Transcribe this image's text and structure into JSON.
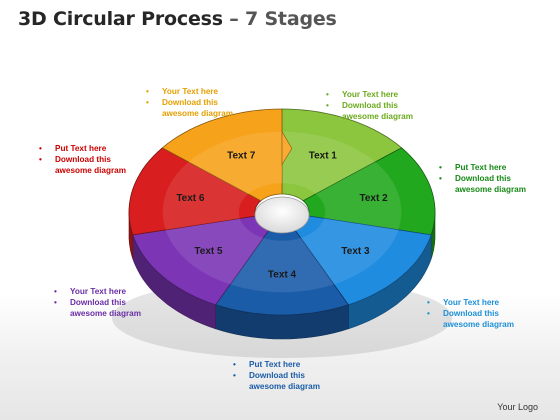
{
  "title": {
    "main": "3D Circular Process",
    "dash": "–",
    "sub": "7 Stages"
  },
  "stages": [
    {
      "label": "Text 1",
      "color": "#8CC63F"
    },
    {
      "label": "Text 2",
      "color": "#22A81F"
    },
    {
      "label": "Text 3",
      "color": "#1F8CE0"
    },
    {
      "label": "Text 4",
      "color": "#1B5CA8"
    },
    {
      "label": "Text 5",
      "color": "#7B35B5"
    },
    {
      "label": "Text 6",
      "color": "#D81E1E"
    },
    {
      "label": "Text 7",
      "color": "#F7A21B"
    }
  ],
  "callouts": {
    "top_left": {
      "color": "#E3A000",
      "lines": [
        "Your Text  here",
        "Download this",
        "awesome diagram"
      ]
    },
    "top_right": {
      "color": "#6BAA1E",
      "lines": [
        "Your Text here",
        "Download this",
        "awesome diagram"
      ]
    },
    "left_upper": {
      "color": "#CC0000",
      "lines": [
        "Put Text  here",
        "Download this",
        "awesome diagram"
      ]
    },
    "right_upper": {
      "color": "#168A16",
      "lines": [
        "Put Text here",
        "Download this",
        "awesome diagram"
      ]
    },
    "left_lower": {
      "color": "#6A2EA5",
      "lines": [
        "Your Text here",
        "Download this",
        "awesome diagram"
      ]
    },
    "right_lower": {
      "color": "#1E90D8",
      "lines": [
        "Your Text here",
        "Download this",
        "awesome diagram"
      ]
    },
    "bottom": {
      "color": "#1B5CA8",
      "lines": [
        "Put Text here",
        "Download this",
        "awesome diagram"
      ]
    }
  },
  "bullet": "•",
  "logo": "Your Logo"
}
